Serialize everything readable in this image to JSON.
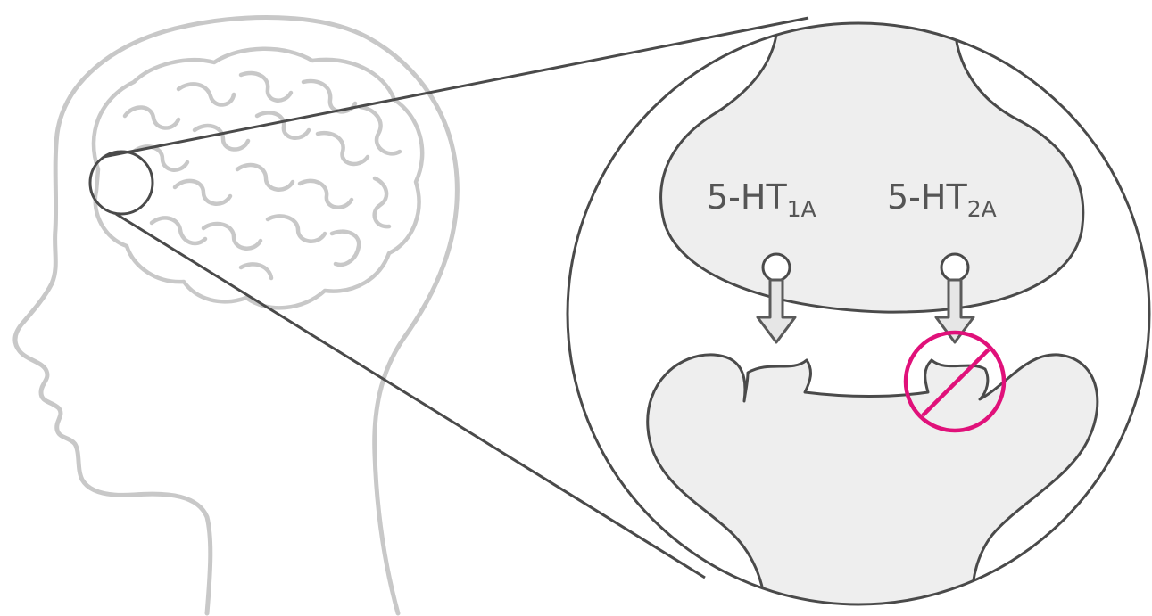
{
  "receptors": [
    {
      "base": "5-HT",
      "subscript": "1A",
      "blocked": false
    },
    {
      "base": "5-HT",
      "subscript": "2A",
      "blocked": true
    }
  ],
  "colors": {
    "head_outline": "#c8c8c8",
    "brain_folds": "#c8c8c8",
    "zoom_lines": "#4a4a4a",
    "neuron_fill": "#eeeeee",
    "neuron_stroke": "#4a4a4a",
    "arrow_fill": "#e6e6e6",
    "arrow_stroke": "#5a5a5a",
    "label_text": "#555555",
    "block_symbol": "#e0117a"
  }
}
